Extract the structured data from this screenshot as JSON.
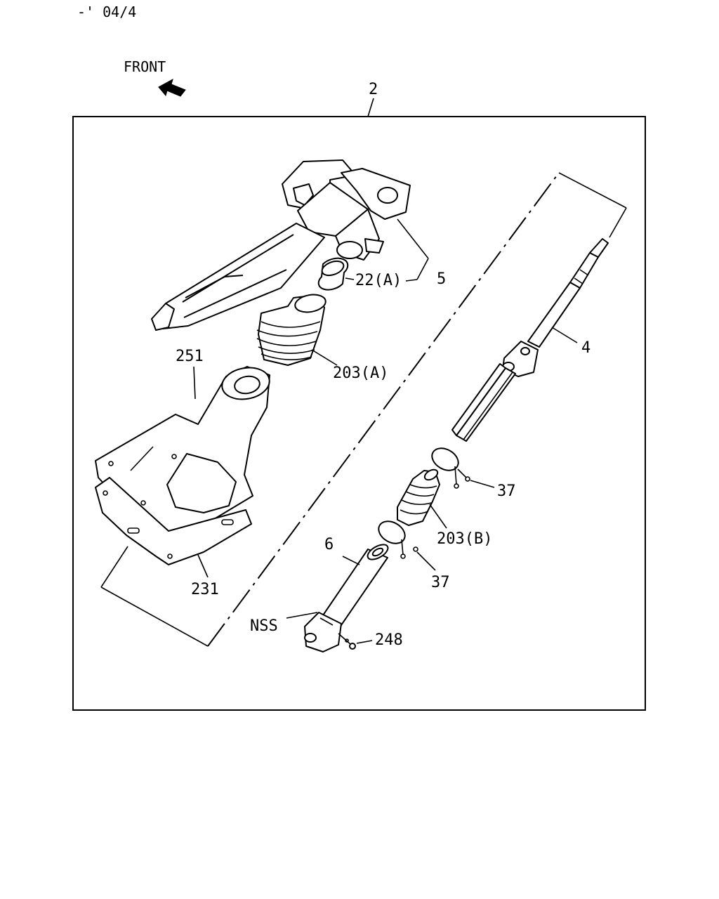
{
  "header": {
    "code": "-' 04/4"
  },
  "front_indicator": {
    "label": "FRONT",
    "icon": "arrow-front-icon"
  },
  "callouts": {
    "assembly": "2",
    "col_shaft": "4",
    "bracket": "5",
    "lower_shaft": "6",
    "bush": "22(A)",
    "boot_upper": "203(A)",
    "boot_lower": "203(B)",
    "clip_upper": "37",
    "clip_lower": "37",
    "plate": "231",
    "bolt": "248",
    "cover": "251",
    "nss": "NSS"
  }
}
